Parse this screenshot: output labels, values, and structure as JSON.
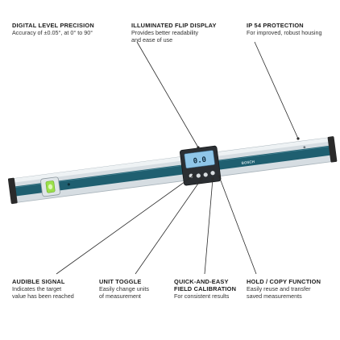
{
  "callouts": {
    "digital_level": {
      "title": "DIGITAL LEVEL PRECISION",
      "desc": [
        "Accuracy of ±0.05°, at 0° to 90°"
      ]
    },
    "flip_display": {
      "title": "ILLUMINATED FLIP DISPLAY",
      "desc": [
        "Provides better readability",
        "and ease of use"
      ]
    },
    "ip54": {
      "title": "IP 54 PROTECTION",
      "desc": [
        "For improved, robust housing"
      ]
    },
    "audible": {
      "title": "AUDIBLE SIGNAL",
      "desc": [
        "Indicates the target",
        "value has been reached"
      ]
    },
    "unit_toggle": {
      "title": "UNIT TOGGLE",
      "desc": [
        "Easily change units",
        "of measurement"
      ]
    },
    "calibration": {
      "title": [
        "QUICK-AND-EASY",
        "FIELD CALIBRATION"
      ],
      "desc": [
        "For consistent results"
      ]
    },
    "hold_copy": {
      "title": "HOLD / COPY FUNCTION",
      "desc": [
        "Easily reuse and transfer",
        "saved measurements"
      ]
    }
  },
  "product": {
    "display_reading": "0.0",
    "brand_mark": "BOSCH"
  },
  "colors": {
    "teal": "#1f5f70",
    "aluminum": "#d6dde2",
    "vial": "#9be04a",
    "endcap": "#2a2a2a"
  }
}
